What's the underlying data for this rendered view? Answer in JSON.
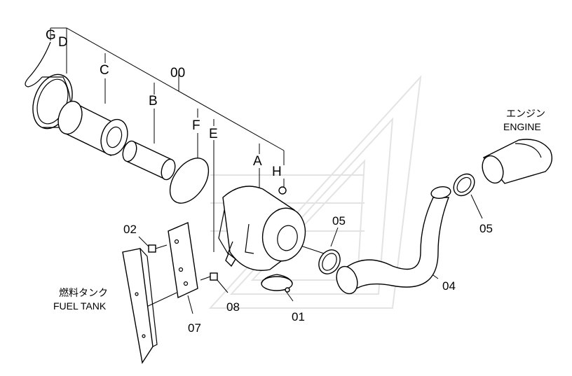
{
  "labels": {
    "G": "G",
    "D": "D",
    "C": "C",
    "B": "B",
    "F": "F",
    "E": "E",
    "A": "A",
    "H": "H",
    "p00": "00",
    "p01": "01",
    "p02": "02",
    "p04": "04",
    "p05_left": "05",
    "p05_right": "05",
    "p07": "07",
    "p08": "08"
  },
  "annotations": {
    "engine_jp": "エンジン",
    "engine_en": "ENGINE",
    "fuel_tank_jp": "燃料タンク",
    "fuel_tank_en": "FUEL TANK"
  }
}
